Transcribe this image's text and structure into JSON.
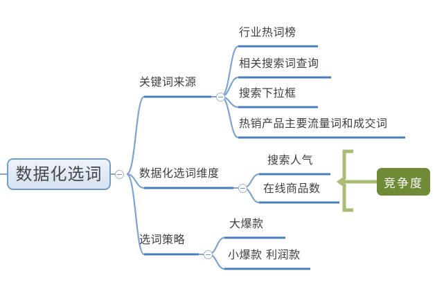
{
  "diagram": {
    "type": "mind-map",
    "title": "数据化选词",
    "colors": {
      "branch_line": "#4a7ebb",
      "connector": "#7ba3d4",
      "root_border": "#6f9bd1",
      "root_fill": "#dfe8f4",
      "badge_fill": "#6f8b35",
      "bracket": "#a8bd76",
      "text": "#3f3f42"
    },
    "root": {
      "label": "数据化选词",
      "toggle_icon": "minus-circle-icon"
    },
    "branches": [
      {
        "label": "关键词来源",
        "toggle_icon": "minus-circle-icon",
        "children": [
          {
            "label": "行业热词榜"
          },
          {
            "label": "相关搜索词查询"
          },
          {
            "label": "搜索下拉框"
          },
          {
            "label": "热销产品主要流量词和成交词"
          }
        ]
      },
      {
        "label": "数据化选词维度",
        "toggle_icon": "minus-circle-icon",
        "children": [
          {
            "label": "搜索人气"
          },
          {
            "label": "在线商品数"
          }
        ]
      },
      {
        "label": "选词策略",
        "toggle_icon": "minus-circle-icon",
        "children": [
          {
            "label": "大爆款"
          },
          {
            "label": "小爆款 利润款"
          }
        ]
      }
    ],
    "annotations": [
      {
        "label": "竞争度",
        "kind": "badge",
        "bracket_icon": "curly-bracket-icon",
        "groups": [
          "搜索人气",
          "在线商品数"
        ]
      }
    ]
  }
}
